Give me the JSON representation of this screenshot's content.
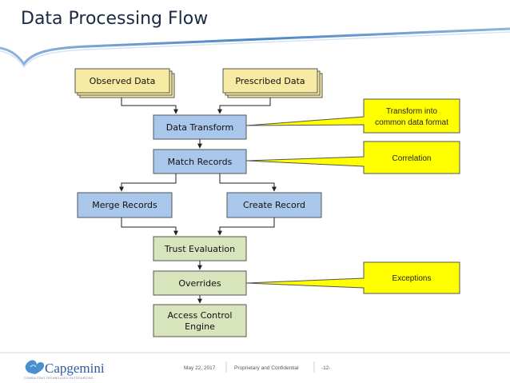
{
  "slide": {
    "title": "Data Processing Flow"
  },
  "nodes": {
    "observed": "Observed Data",
    "prescribed": "Prescribed Data",
    "transform": "Data Transform",
    "match": "Match Records",
    "merge": "Merge Records",
    "create": "Create Record",
    "trust": "Trust Evaluation",
    "overrides": "Overrides",
    "access_line1": "Access Control",
    "access_line2": "Engine"
  },
  "callouts": {
    "transform_line1": "Transform into",
    "transform_line2": "common data format",
    "correlation": "Correlation",
    "exceptions": "Exceptions"
  },
  "footer": {
    "brand": "Capgemini",
    "brand_tagline": "CONSULTING.TECHNOLOGY.OUTSOURCING",
    "date": "May 22, 2017",
    "confidential": "Proprietary and Confidential",
    "page": "-12-"
  },
  "colors": {
    "title": "#1a2a44",
    "header_curve": "#5b8fc7",
    "yellow_box": "#f7eba3",
    "blue_box": "#a9c7ea",
    "green_box": "#d8e4bc",
    "callout": "#ffff00",
    "arrow": "#222222"
  }
}
